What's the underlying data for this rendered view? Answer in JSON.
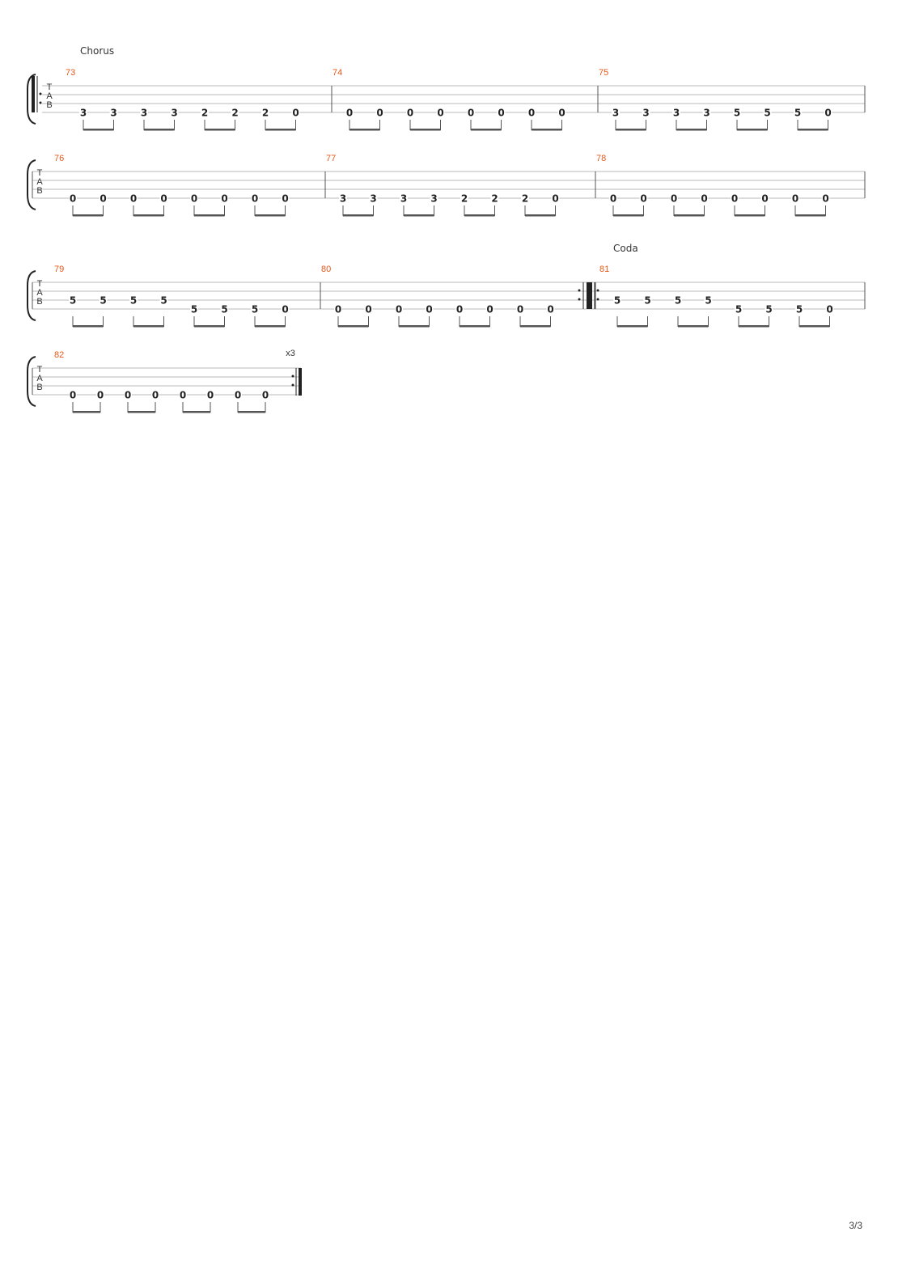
{
  "page_number": "3/3",
  "tab_clef_letters": [
    "T",
    "A",
    "B"
  ],
  "systems": [
    {
      "section_label": "Chorus",
      "repeat_count": "",
      "measures": [
        {
          "number": "73",
          "string": 3,
          "frets": [
            "3",
            "3",
            "3",
            "3",
            "2",
            "2",
            "2",
            "0"
          ]
        },
        {
          "number": "74",
          "string": 3,
          "frets": [
            "0",
            "0",
            "0",
            "0",
            "0",
            "0",
            "0",
            "0"
          ]
        },
        {
          "number": "75",
          "string": 3,
          "frets": [
            "3",
            "3",
            "3",
            "3",
            "5",
            "5",
            "5",
            "0"
          ]
        }
      ]
    },
    {
      "section_label": "",
      "repeat_count": "",
      "measures": [
        {
          "number": "76",
          "string": 3,
          "frets": [
            "0",
            "0",
            "0",
            "0",
            "0",
            "0",
            "0",
            "0"
          ]
        },
        {
          "number": "77",
          "string": 3,
          "frets": [
            "3",
            "3",
            "3",
            "3",
            "2",
            "2",
            "2",
            "0"
          ]
        },
        {
          "number": "78",
          "string": 3,
          "frets": [
            "0",
            "0",
            "0",
            "0",
            "0",
            "0",
            "0",
            "0"
          ]
        }
      ]
    },
    {
      "section_label": "Coda",
      "repeat_count": "",
      "measures": [
        {
          "number": "79",
          "string": 2,
          "frets": [
            "5",
            "5",
            "5",
            "5"
          ],
          "frets_low": [
            "5",
            "5",
            "5",
            "0"
          ]
        },
        {
          "number": "80",
          "string": 3,
          "frets": [
            "0",
            "0",
            "0",
            "0",
            "0",
            "0",
            "0",
            "0"
          ]
        },
        {
          "number": "81",
          "string": 2,
          "frets": [
            "5",
            "5",
            "5",
            "5"
          ],
          "frets_low": [
            "5",
            "5",
            "5",
            "0"
          ]
        }
      ]
    },
    {
      "section_label": "",
      "repeat_count": "x3",
      "measures": [
        {
          "number": "82",
          "string": 3,
          "frets": [
            "0",
            "0",
            "0",
            "0",
            "0",
            "0",
            "0",
            "0"
          ]
        }
      ]
    }
  ],
  "colors": {
    "bar_number": "#e8591a",
    "staff_line": "#b0b0b0",
    "beam": "#555555",
    "text": "#222222"
  }
}
